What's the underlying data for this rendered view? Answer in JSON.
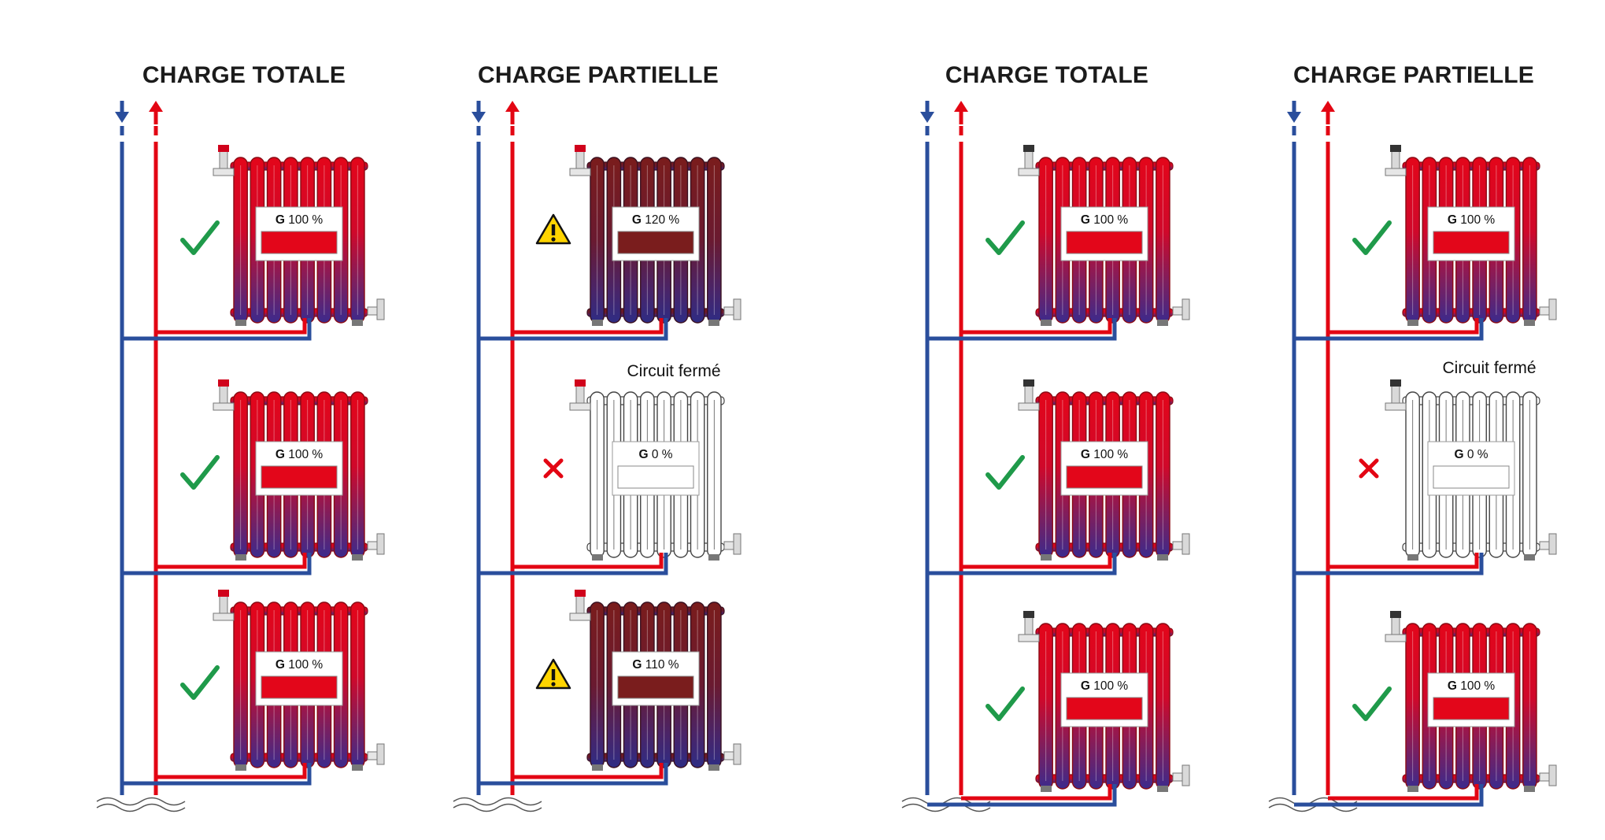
{
  "colors": {
    "supply": "#e30613",
    "return": "#2a4e9c",
    "hot_fill": "#e3061a",
    "over_fill": "#7a1d1d",
    "ok_check": "#1f9a4a",
    "cross": "#e30613",
    "warning": "#ffd400"
  },
  "panels": [
    {
      "title": "CHARGE TOTALE",
      "note": "",
      "radiators": [
        {
          "flow_label": "G",
          "flow_value": "100 %",
          "flow_fraction": 1.0,
          "state": "ok",
          "valve": "manual"
        },
        {
          "flow_label": "G",
          "flow_value": "100 %",
          "flow_fraction": 1.0,
          "state": "ok",
          "valve": "manual"
        },
        {
          "flow_label": "G",
          "flow_value": "100 %",
          "flow_fraction": 1.0,
          "state": "ok",
          "valve": "manual"
        }
      ]
    },
    {
      "title": "CHARGE PARTIELLE",
      "note": "Circuit fermé",
      "radiators": [
        {
          "flow_label": "G",
          "flow_value": "120 %",
          "flow_fraction": 1.2,
          "state": "over",
          "valve": "manual"
        },
        {
          "flow_label": "G",
          "flow_value": "0 %",
          "flow_fraction": 0.0,
          "state": "closed",
          "valve": "manual"
        },
        {
          "flow_label": "G",
          "flow_value": "110 %",
          "flow_fraction": 1.1,
          "state": "over",
          "valve": "manual"
        }
      ]
    },
    {
      "title": "CHARGE TOTALE",
      "note": "",
      "radiators": [
        {
          "flow_label": "G",
          "flow_value": "100 %",
          "flow_fraction": 1.0,
          "state": "ok",
          "valve": "dynamic"
        },
        {
          "flow_label": "G",
          "flow_value": "100 %",
          "flow_fraction": 1.0,
          "state": "ok",
          "valve": "dynamic"
        },
        {
          "flow_label": "G",
          "flow_value": "100 %",
          "flow_fraction": 1.0,
          "state": "ok",
          "valve": "dynamic"
        }
      ]
    },
    {
      "title": "CHARGE PARTIELLE",
      "note": "Circuit fermé",
      "radiators": [
        {
          "flow_label": "G",
          "flow_value": "100 %",
          "flow_fraction": 1.0,
          "state": "ok",
          "valve": "dynamic"
        },
        {
          "flow_label": "G",
          "flow_value": "0 %",
          "flow_fraction": 0.0,
          "state": "closed",
          "valve": "dynamic"
        },
        {
          "flow_label": "G",
          "flow_value": "100 %",
          "flow_fraction": 1.0,
          "state": "ok",
          "valve": "dynamic"
        }
      ]
    }
  ]
}
